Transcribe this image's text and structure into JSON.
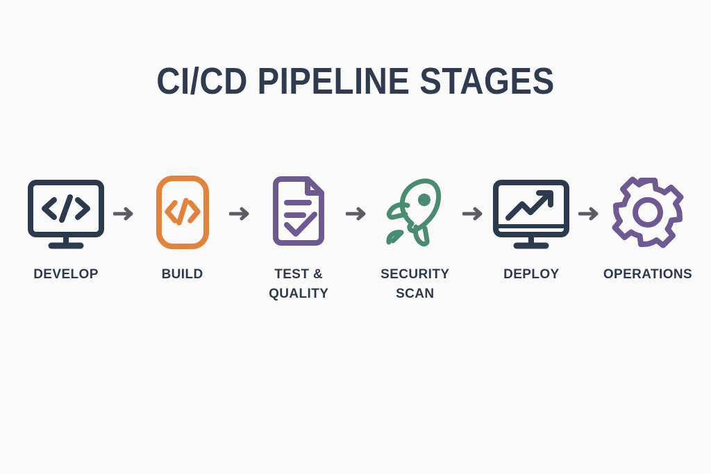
{
  "page": {
    "background_color": "#fafafa",
    "title": "CI/CD PIPELINE STAGES",
    "title_color": "#303c4d"
  },
  "colors": {
    "navy": "#2d3a4b",
    "orange": "#e2823c",
    "purple": "#6e5a91",
    "green": "#4a8c72",
    "arrow_gray": "#5c5c64"
  },
  "pipeline": {
    "arrow_icon": "arrow-right-icon",
    "stages": [
      {
        "id": "develop",
        "label": "DEVELOP",
        "icon": "monitor-code-icon",
        "color": "#2d3a4b"
      },
      {
        "id": "build",
        "label": "BUILD",
        "icon": "code-brackets-box-icon",
        "color": "#e2823c"
      },
      {
        "id": "test-quality",
        "label": "TEST &\nQUALITY",
        "icon": "document-checklist-icon",
        "color": "#6e5a91"
      },
      {
        "id": "security-scan",
        "label": "SECURITY\nSCAN",
        "icon": "rocket-icon",
        "color": "#4a8c72"
      },
      {
        "id": "deploy",
        "label": "DEPLOY",
        "icon": "monitor-chart-up-icon",
        "color": "#2d3a4b"
      },
      {
        "id": "operations",
        "label": "OPERATIONS",
        "icon": "gear-icon",
        "color": "#6e5a91"
      }
    ]
  }
}
